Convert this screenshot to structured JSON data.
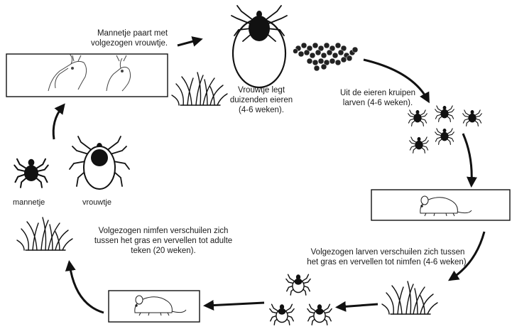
{
  "steps": {
    "mating": [
      "Mannetje paart met",
      "volgezogen vrouwtje."
    ],
    "eggs": [
      "Vrouwtje legt",
      "duizenden eieren",
      "(4-6 weken)."
    ],
    "larvae_hatch": [
      "Uit de eieren kruipen",
      "larven (4-6 weken)."
    ],
    "larvae_molt": [
      "Volgezogen larven verschuilen zich tussen",
      "het gras en vervellen tot nimfen (4-6 weken)."
    ],
    "nymphs_molt": [
      "Volgezogen nimfen verschuilen zich",
      "tussen het gras en vervellen tot adulte",
      "teken (20 weken)."
    ]
  },
  "labels": {
    "male": "mannetje",
    "female": "vrouwtje"
  }
}
